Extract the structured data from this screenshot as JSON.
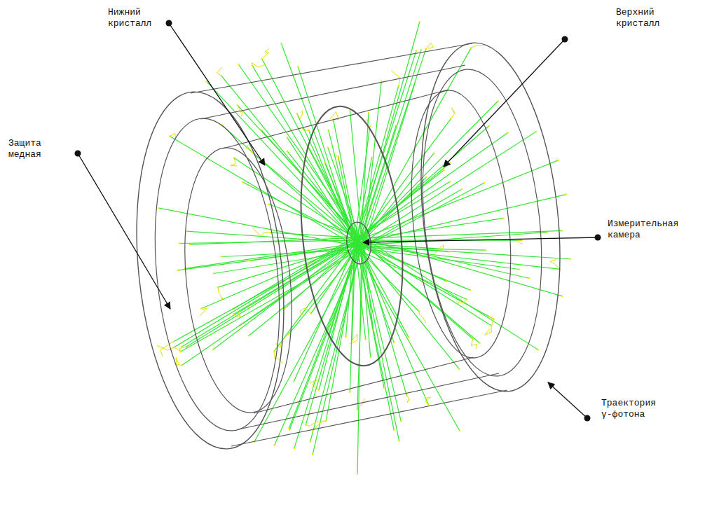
{
  "diagram": {
    "labels": [
      "Нижний кристалл",
      "Верхний кристалл",
      "Защита медная",
      "Измерительная камера",
      "Траектория γ-фотона"
    ]
  }
}
